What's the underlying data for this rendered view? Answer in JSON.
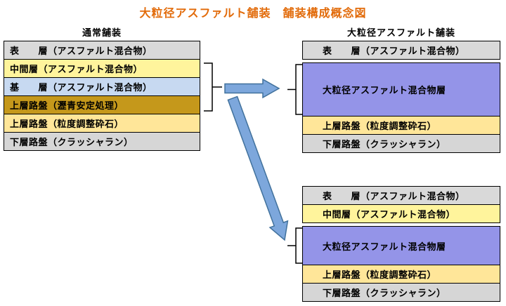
{
  "title": "大粒径アスファルト舗装　舗装構成概念図",
  "colors": {
    "title": "#E26B0A",
    "border": "#000000",
    "arrow_fill": "#7DA7DC",
    "arrow_stroke": "#41719C",
    "surface_gray": "#D9D9D9",
    "middle_yellow": "#FFF49C",
    "base_blue": "#C7D9F1",
    "bitumen_gold": "#C5981B",
    "graded_tan": "#FFE699",
    "lower_gray": "#D6D6D6",
    "large_asphalt_purple": "#9494E8"
  },
  "normal_pavement": {
    "label": "通常舗装",
    "rows": [
      {
        "text": "表　　層（アスファルト混合物）",
        "bg": "#D9D9D9"
      },
      {
        "text": "中間層（アスファルト混合物）",
        "bg": "#FFF49C"
      },
      {
        "text": "基　　層（アスファルト混合物）",
        "bg": "#C7D9F1"
      },
      {
        "text": "上層路盤（瀝青安定処理）",
        "bg": "#C5981B"
      },
      {
        "text": "上層路盤（粒度調整砕石）",
        "bg": "#FFE699"
      },
      {
        "text": "下層路盤（クラッシャラン）",
        "bg": "#D6D6D6"
      }
    ]
  },
  "large_pavement": {
    "label": "大粒径アスファルト舗装",
    "rows": [
      {
        "text": "表　　層（アスファルト混合物）",
        "bg": "#D9D9D9"
      },
      {
        "text": "大粒径アスファルト混合物層",
        "bg": "#9494E8"
      },
      {
        "text": "上層路盤（粒度調整砕石）",
        "bg": "#FFE699"
      },
      {
        "text": "下層路盤（クラッシャラン）",
        "bg": "#D6D6D6"
      }
    ]
  },
  "large_pavement_alt": {
    "rows": [
      {
        "text": "表　　層（アスファルト混合物）",
        "bg": "#D9D9D9"
      },
      {
        "text": "中間層（アスファルト混合物）",
        "bg": "#FFF49C"
      },
      {
        "text": "大粒径アスファルト混合物層",
        "bg": "#9494E8"
      },
      {
        "text": "上層路盤（粒度調整砕石）",
        "bg": "#FFE699"
      },
      {
        "text": "下層路盤（クラッシャラン）",
        "bg": "#D6D6D6"
      }
    ]
  }
}
